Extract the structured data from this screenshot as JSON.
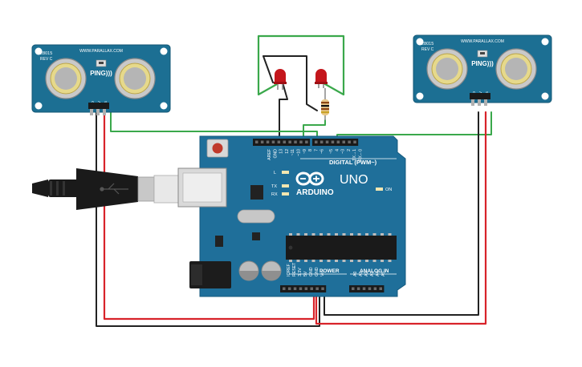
{
  "sensors": [
    {
      "board": "28015",
      "rev": "REV C",
      "url": "WWW.PARALLAX.COM",
      "brand": "PING)))",
      "pins": [
        "GND",
        "5V",
        "SIG"
      ]
    },
    {
      "board": "28015",
      "rev": "REV C",
      "url": "WWW.PARALLAX.COM",
      "brand": "PING)))",
      "pins": [
        "GND",
        "5V",
        "SIG"
      ]
    }
  ],
  "arduino": {
    "brand": "ARDUINO",
    "model": "UNO",
    "digital_label": "DIGITAL (PWM~)",
    "power_label": "POWER",
    "analog_label": "ANALOG IN",
    "on_label": "ON",
    "led_labels": [
      "L",
      "TX",
      "RX"
    ],
    "top_pins": [
      "AREF",
      "GND",
      "13",
      "12",
      "~11",
      "~10",
      "~9",
      "8",
      "7",
      "~6",
      "~5",
      "4",
      "~3",
      "2",
      "TX→1",
      "RX←0"
    ],
    "power_pins": [
      "IOREF",
      "RESET",
      "3.3V",
      "5V",
      "GND",
      "GND",
      "Vin"
    ],
    "analog_pins": [
      "A0",
      "A1",
      "A2",
      "A3",
      "A4",
      "A5"
    ]
  },
  "colors": {
    "board": "#1f6f9a",
    "sensor": "#1c6f93",
    "wire_green": "#3aa84b",
    "wire_red": "#d8232a",
    "wire_black": "#222222",
    "led": "#c4161c"
  }
}
